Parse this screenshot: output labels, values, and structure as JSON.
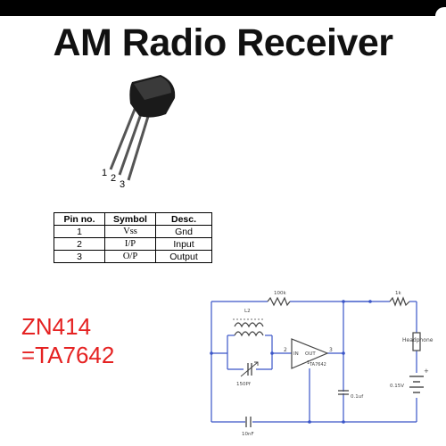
{
  "title": "AM Radio Receiver",
  "transistor": {
    "pin_numbers": [
      "1",
      "2",
      "3"
    ]
  },
  "pin_table": {
    "headers": [
      "Pin no.",
      "Symbol",
      "Desc."
    ],
    "rows": [
      [
        "1",
        "Vss",
        "Gnd"
      ],
      [
        "2",
        "I/P",
        "Input"
      ],
      [
        "3",
        "O/P",
        "Output"
      ]
    ]
  },
  "equivalence": {
    "line1": "ZN414",
    "line2": "=TA7642",
    "color": "#e52222"
  },
  "circuit": {
    "labels": {
      "r_top": "100k",
      "r_right": "1k",
      "inductor": "L2",
      "var_cap": "150Pf",
      "ic_in": "IN",
      "ic_out": "OUT",
      "ic_name": "TA7642",
      "ic_pin2": "2",
      "ic_pin3": "3",
      "ic_pin1": "1",
      "cap_mid": "0.1uf",
      "cap_bottom": "10nF",
      "headphone": "Headphone",
      "battery": "0.15V",
      "battery_plus": "+"
    },
    "colors": {
      "wire": "#3a55c8",
      "component": "#444444"
    }
  }
}
